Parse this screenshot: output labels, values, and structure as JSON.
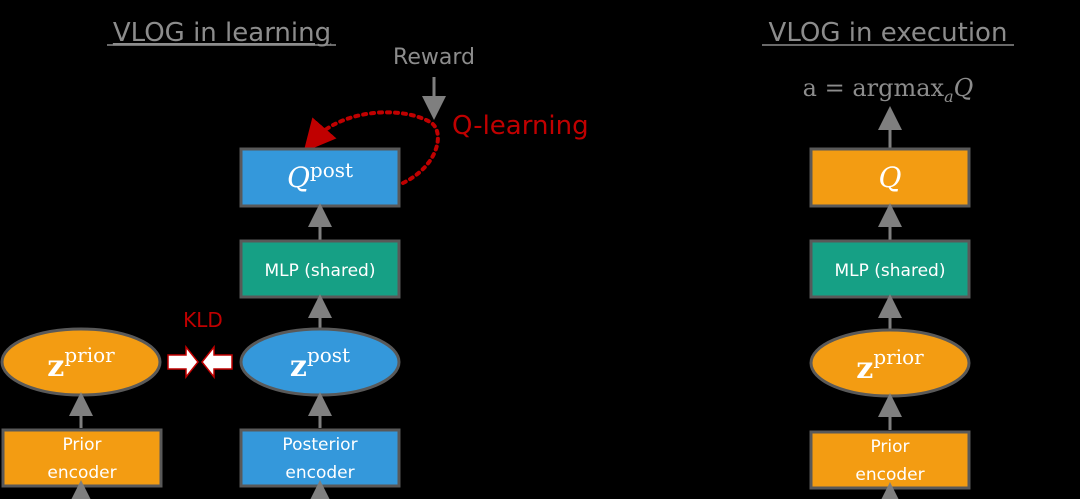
{
  "colors": {
    "blue": "#3498db",
    "orange": "#f39c12",
    "teal": "#16a085",
    "border": "#595959",
    "gray_text": "#8c8c8c",
    "red": "#c00000"
  },
  "learning": {
    "title": "VLOG in learning",
    "reward": "Reward",
    "q_learning": "Q-learning",
    "kld": "KLD",
    "q_post": {
      "base": "Q",
      "sup": "post"
    },
    "mlp": "MLP (shared)",
    "z_prior": {
      "base": "z",
      "sup": "prior"
    },
    "z_post": {
      "base": "z",
      "sup": "post"
    },
    "prior_encoder": [
      "Prior",
      "encoder"
    ],
    "posterior_encoder": [
      "Posterior",
      "encoder"
    ]
  },
  "execution": {
    "title": "VLOG in execution",
    "action_formula": {
      "lhs": "a = argmax",
      "sub": "a",
      "rhs": "Q"
    },
    "q": "Q",
    "mlp": "MLP (shared)",
    "z_prior": {
      "base": "z",
      "sup": "prior"
    },
    "prior_encoder": [
      "Prior",
      "encoder"
    ]
  }
}
